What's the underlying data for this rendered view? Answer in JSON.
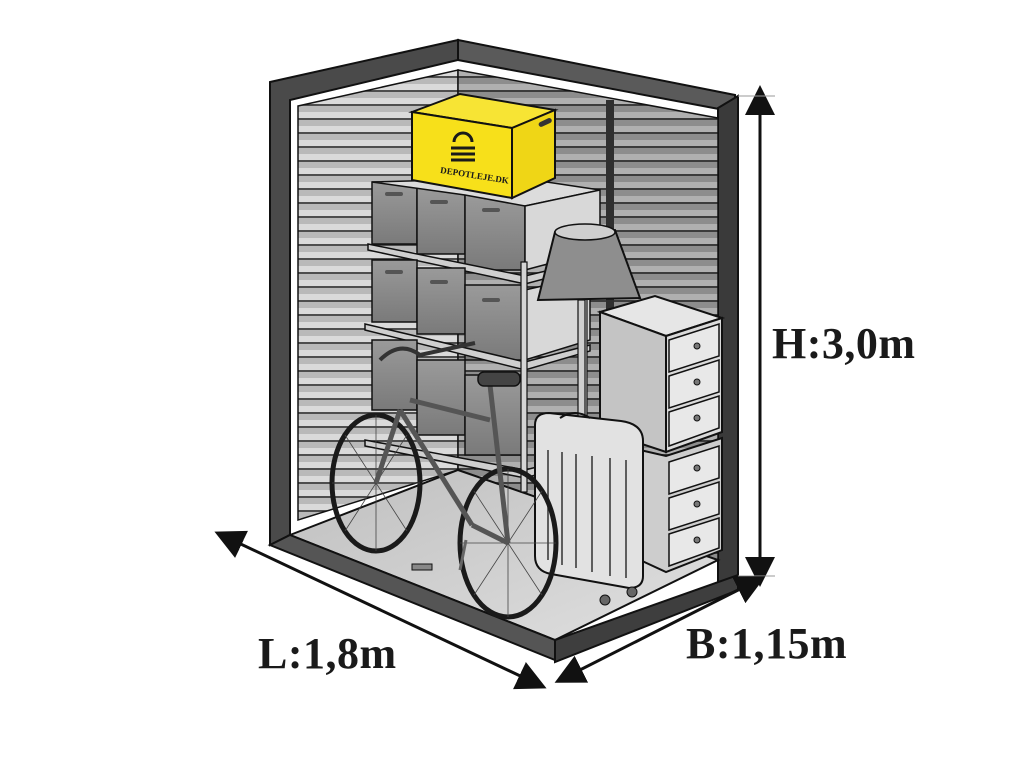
{
  "diagram": {
    "subject": "Self-storage unit illustration",
    "dimensions": {
      "height": {
        "label": "H:3,0m",
        "value": 3.0,
        "unit": "m"
      },
      "length": {
        "label": "L:1,8m",
        "value": 1.8,
        "unit": "m"
      },
      "width": {
        "label": "B:1,15m",
        "value": 1.15,
        "unit": "m"
      }
    },
    "box": {
      "brand_text": "DEPOTLEJE.DK",
      "color": "#f7e01a"
    },
    "contents": [
      "yellow moving box",
      "storage boxes on shelving",
      "floor lamp",
      "bicycle",
      "suitcase",
      "chest of drawers (stacked)"
    ],
    "colors": {
      "wall_dark": "#3c3c3c",
      "wall_mid": "#7a7a7a",
      "slat_light": "#c9c9c9",
      "floor": "#cfcfcf",
      "outline": "#111111",
      "arrow": "#111111"
    }
  }
}
